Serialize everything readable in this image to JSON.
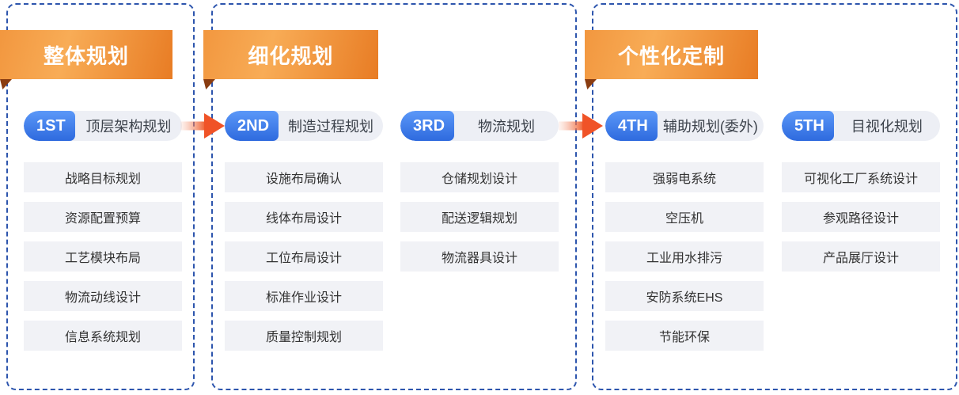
{
  "diagram": {
    "sections": [
      {
        "title": "整体规划",
        "columns": [
          {
            "badge": "1ST",
            "label": "顶层架构规划",
            "items": [
              "战略目标规划",
              "资源配置预算",
              "工艺模块布局",
              "物流动线设计",
              "信息系统规划"
            ]
          }
        ]
      },
      {
        "title": "细化规划",
        "columns": [
          {
            "badge": "2ND",
            "label": "制造过程规划",
            "items": [
              "设施布局确认",
              "线体布局设计",
              "工位布局设计",
              "标准作业设计",
              "质量控制规划"
            ]
          },
          {
            "badge": "3RD",
            "label": "物流规划",
            "items": [
              "仓储规划设计",
              "配送逻辑规划",
              "物流器具设计"
            ]
          }
        ]
      },
      {
        "title": "个性化定制",
        "columns": [
          {
            "badge": "4TH",
            "label": "辅助规划(委外)",
            "items": [
              "强弱电系统",
              "空压机",
              "工业用水排污",
              "安防系统EHS",
              "节能环保"
            ]
          },
          {
            "badge": "5TH",
            "label": "目视化规划",
            "items": [
              "可视化工厂系统设计",
              "参观路径设计",
              "产品展厅设计"
            ]
          }
        ]
      }
    ],
    "colors": {
      "ribbon_gradient_start": "#f2973f",
      "ribbon_gradient_mid": "#f8ac56",
      "ribbon_gradient_end": "#e87c24",
      "ribbon_fold": "#8a3c10",
      "badge_blue_top": "#5b98f8",
      "badge_blue_bottom": "#2e6ade",
      "pill_gray": "#edeff5",
      "item_gray": "#f1f2f6",
      "arrow_orange": "#f05327",
      "dashed_border_blue": "#2d55ad",
      "text_dark": "#333333",
      "text_white": "#ffffff"
    }
  }
}
